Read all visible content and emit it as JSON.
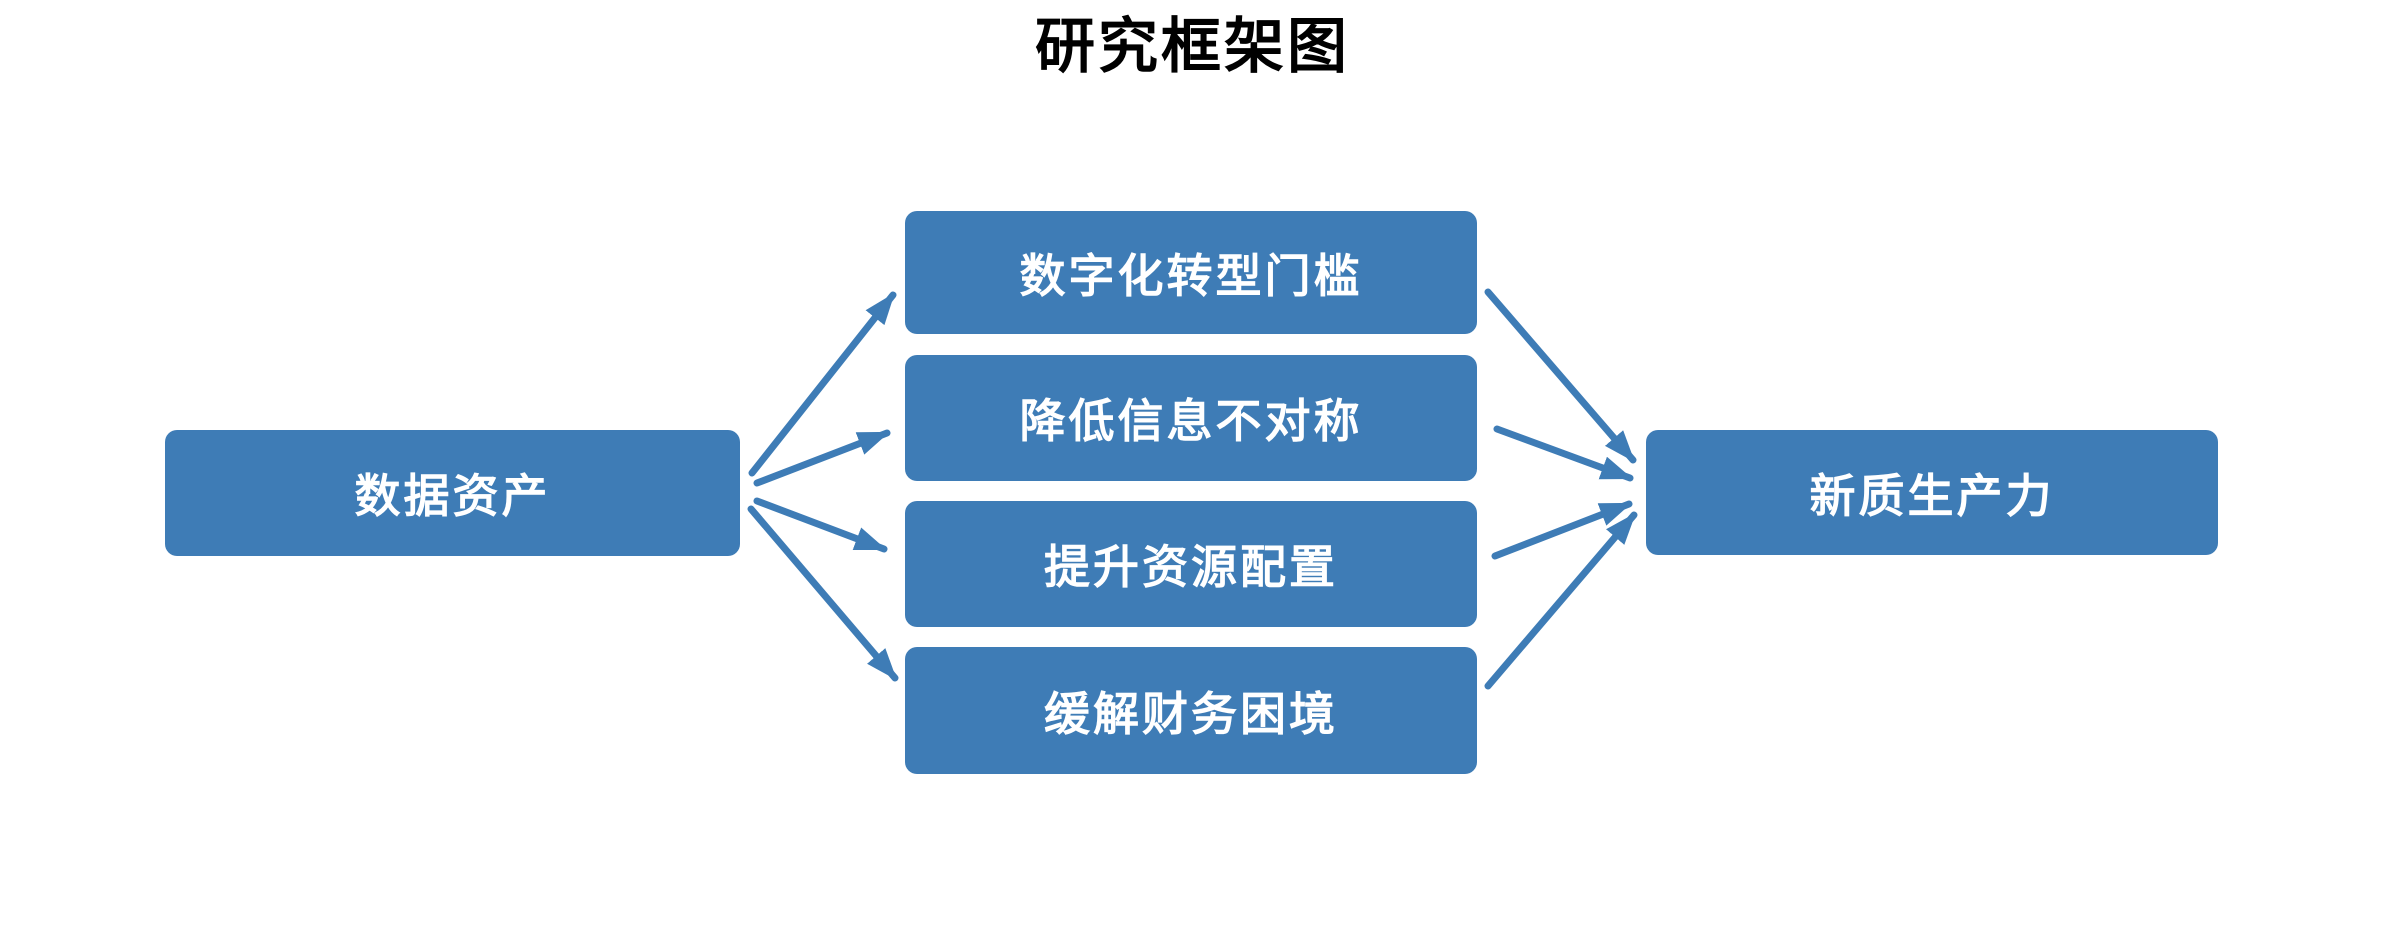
{
  "title": "研究框架图",
  "colors": {
    "accent": "#3E7CB6",
    "node_text": "#FFFFFF",
    "title_text": "#000000",
    "background": "#FFFFFF"
  },
  "nodes": {
    "source": {
      "id": "source",
      "label": "数据资产"
    },
    "mediators": [
      {
        "id": "mediator-1",
        "label": "数字化转型门槛"
      },
      {
        "id": "mediator-2",
        "label": "降低信息不对称"
      },
      {
        "id": "mediator-3",
        "label": "提升资源配置"
      },
      {
        "id": "mediator-4",
        "label": "缓解财务困境"
      }
    ],
    "outcome": {
      "id": "outcome",
      "label": "新质生产力"
    }
  },
  "edges": [
    {
      "from": "source",
      "to": "mediator-1"
    },
    {
      "from": "source",
      "to": "mediator-2"
    },
    {
      "from": "source",
      "to": "mediator-3"
    },
    {
      "from": "source",
      "to": "mediator-4"
    },
    {
      "from": "mediator-1",
      "to": "outcome"
    },
    {
      "from": "mediator-2",
      "to": "outcome"
    },
    {
      "from": "mediator-3",
      "to": "outcome"
    },
    {
      "from": "mediator-4",
      "to": "outcome"
    }
  ]
}
